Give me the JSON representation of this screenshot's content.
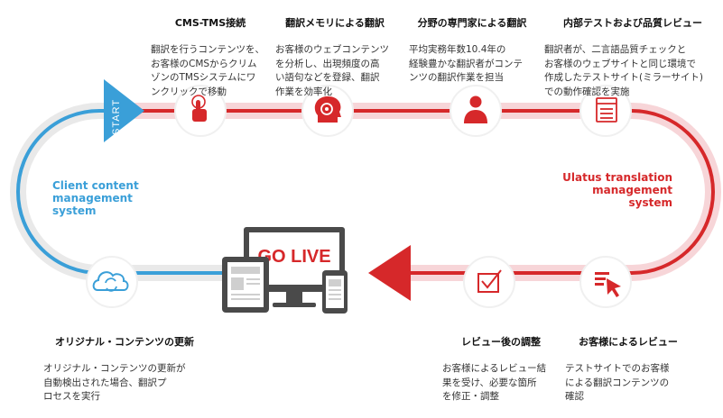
{
  "start_label": "START",
  "go_live_label": "GO LIVE",
  "client_system": {
    "line1": "Client content",
    "line2": "management",
    "line3": "system",
    "color": "#3a9fd8"
  },
  "ulatus_system": {
    "line1": "Ulatus translation",
    "line2": "management",
    "line3": "system",
    "color": "#d6282a"
  },
  "steps": [
    {
      "title": "CMS-TMS接続",
      "body": "翻訳を行うコンテンツを、\nお客様のCMSからクリム\nゾンのTMSシステムにワ\nンクリックで移動",
      "icon": "touch-hand-icon"
    },
    {
      "title": "翻訳メモリによる翻訳",
      "body": "お客様のウェブコンテンツ\nを分析し、出現頻度の高\nい語句などを登録、翻訳\n作業を効率化",
      "icon": "head-memory-icon"
    },
    {
      "title": "分野の専門家による翻訳",
      "body": "平均実務年数10.4年の\n経験豊かな翻訳者がコンテ\nンツの翻訳作業を担当",
      "icon": "translator-person-icon"
    },
    {
      "title": "内部テストおよび品質レビュー",
      "body": "翻訳者が、二言語品質チェックと\nお客様のウェブサイトと同じ環境で\n作成したテストサイト(ミラーサイト)\nでの動作確認を実施",
      "icon": "browser-windows-icon"
    },
    {
      "title": "お客様によるレビュー",
      "body": "テストサイトでのお客様\nによる翻訳コンテンツの\n確認",
      "icon": "cursor-pointer-icon"
    },
    {
      "title": "レビュー後の調整",
      "body": "お客様によるレビュー結\n果を受け、必要な箇所\nを修正・調整",
      "icon": "checkbox-icon"
    },
    {
      "title": "オリジナル・コンテンツの更新",
      "body": "オリジナル・コンテンツの更新が\n自動検出された場合、翻訳プ\nロセスを実行",
      "icon": "cloud-sync-icon"
    }
  ],
  "colors": {
    "red": "#d6282a",
    "pink": "#f7d5d8",
    "blue": "#3a9fd8",
    "gray": "#e6e6e6",
    "device": "#4a4a4a"
  }
}
